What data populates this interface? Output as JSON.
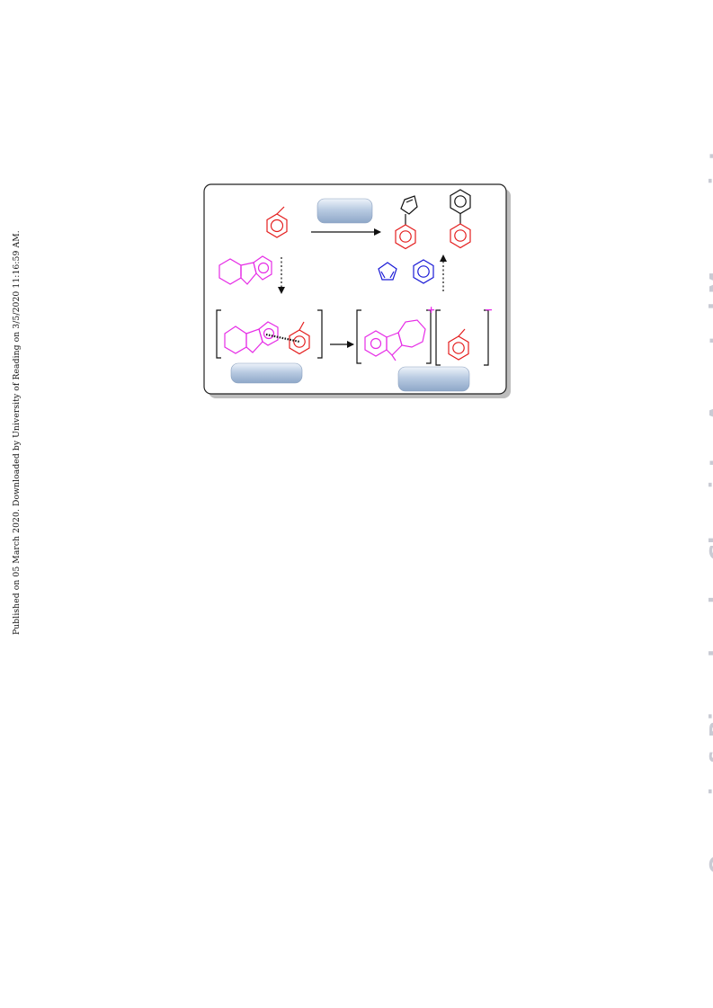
{
  "side_note": "Published on 05 March 2020. Downloaded by University of Reading on 3/5/2020 11:16:59 AM.",
  "watermark": "Organic & Biomolecular Chemistry Accepted Manuscript",
  "figure": {
    "charges": {
      "cation": "+",
      "anion": "−"
    },
    "bubbles": [
      {
        "id": "top",
        "label": ""
      },
      {
        "id": "bottom-left",
        "label": ""
      },
      {
        "id": "bottom-right",
        "label": ""
      }
    ],
    "colors": {
      "frame": "#222222",
      "aryl": "#e41e1e",
      "donor": "#e62de6",
      "arene": "#1a1ad6",
      "product": "#111111",
      "bubble_fill": "#a9bcd6",
      "shadow": "#b8b8b8"
    }
  }
}
